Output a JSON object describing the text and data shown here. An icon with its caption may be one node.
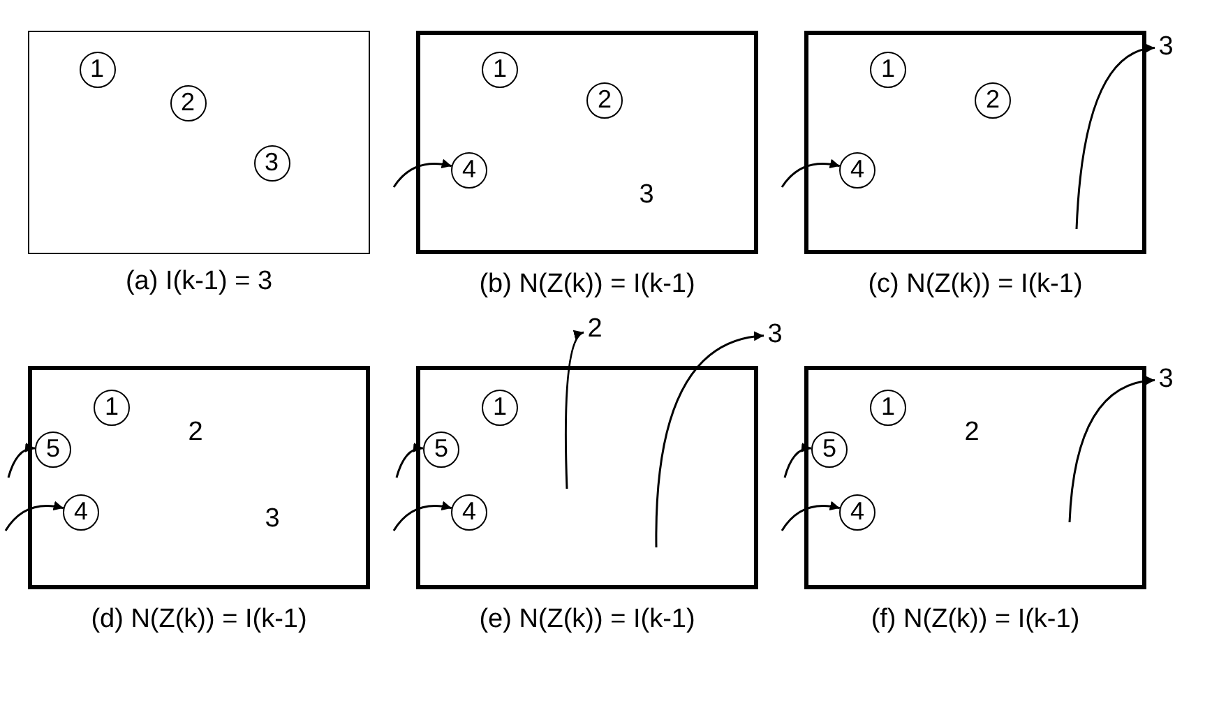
{
  "diagram": {
    "nodes": [
      {
        "text": [],
        "shape": "box",
        "beside": [
          "(a) I(k-1) = 3"
        ]
      },
      {
        "text": [
          "1"
        ],
        "in": 0
      },
      {
        "text": [
          "2"
        ],
        "in": 0
      },
      {
        "text": [
          "3"
        ],
        "in": 0
      },
      {
        "text": [],
        "shape": "box",
        "beside": [
          "(b) N(Z(k)) = I(k-1)"
        ]
      },
      {
        "text": [
          "1"
        ],
        "in": 4
      },
      {
        "text": [
          "2"
        ],
        "in": 4
      },
      {
        "text": [
          "4"
        ],
        "in": 4
      },
      {
        "text": [],
        "shape": "box",
        "beside": [
          "(c) N(Z(k)) = I(k-1)"
        ]
      },
      {
        "text": [
          "1"
        ],
        "in": 8
      },
      {
        "text": [
          "2"
        ],
        "in": 8
      },
      {
        "text": [
          "4"
        ],
        "in": 8
      },
      {
        "text": [
          "3"
        ]
      },
      {
        "text": [],
        "shape": "box",
        "beside": [
          "(d) N(Z(k)) = I(k-1)"
        ]
      },
      {
        "text": [
          "1"
        ],
        "in": 13
      },
      {
        "text": [
          "5"
        ],
        "in": 13
      },
      {
        "text": [
          "4"
        ],
        "in": 13
      },
      {
        "text": [],
        "shape": "box",
        "beside": [
          "(e) N(Z(k)) = I(k-1)"
        ]
      },
      {
        "text": [
          "1"
        ],
        "in": 17
      },
      {
        "text": [
          "5"
        ],
        "in": 17
      },
      {
        "text": [
          "4"
        ],
        "in": 17
      },
      {
        "text": [
          "2"
        ]
      },
      {
        "text": [
          "3"
        ]
      },
      {
        "text": [],
        "shape": "box",
        "beside": [
          "(f) N(Z(k)) = I(k-1)"
        ]
      },
      {
        "text": [
          "1"
        ],
        "in": 23
      },
      {
        "text": [
          "5"
        ],
        "in": 23
      },
      {
        "text": [
          "4"
        ],
        "in": 23
      },
      {
        "text": [
          "3"
        ]
      }
    ],
    "edges": [
      {
        "from": null,
        "to": 7,
        "arrow": "to"
      },
      {
        "from": null,
        "to": 11,
        "arrow": "to"
      },
      {
        "from": null,
        "to": 12,
        "arrow": "to"
      },
      {
        "from": null,
        "to": 15,
        "arrow": "to"
      },
      {
        "from": null,
        "to": 16,
        "arrow": "to"
      },
      {
        "from": null,
        "to": 19,
        "arrow": "to"
      },
      {
        "from": null,
        "to": 20,
        "arrow": "to"
      },
      {
        "from": null,
        "to": 21,
        "arrow": "to"
      },
      {
        "from": null,
        "to": 22,
        "arrow": "to"
      },
      {
        "from": null,
        "to": 25,
        "arrow": "to"
      },
      {
        "from": null,
        "to": 26,
        "arrow": "to"
      },
      {
        "from": null,
        "to": 27,
        "arrow": "to"
      }
    ],
    "labels": [
      "3",
      "2",
      "3",
      "2"
    ]
  }
}
